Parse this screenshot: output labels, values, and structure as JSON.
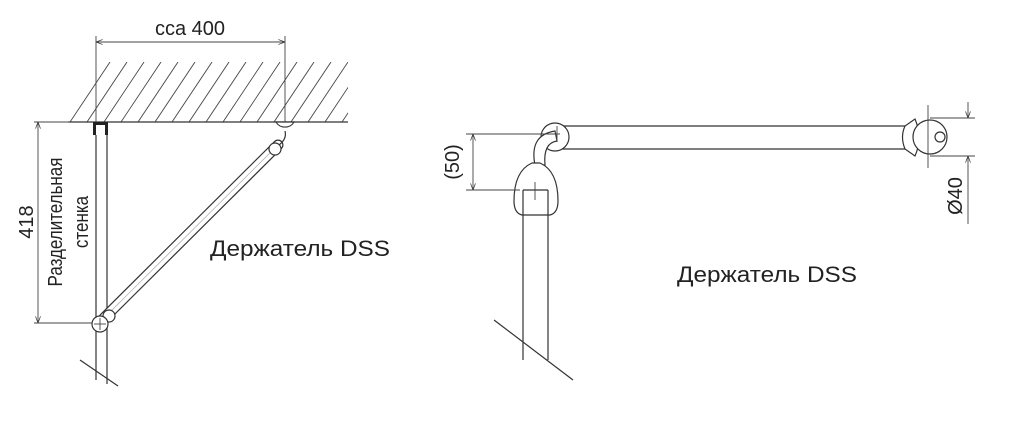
{
  "left_view": {
    "width_dimension": "cca 400",
    "height_dimension": "418",
    "wall_label_line1": "Разделительная",
    "wall_label_line2": "стенка",
    "part_label": "Держатель DSS"
  },
  "right_view": {
    "offset_dimension": "(50)",
    "diameter_dimension": "Ø40",
    "part_label": "Держатель DSS"
  }
}
